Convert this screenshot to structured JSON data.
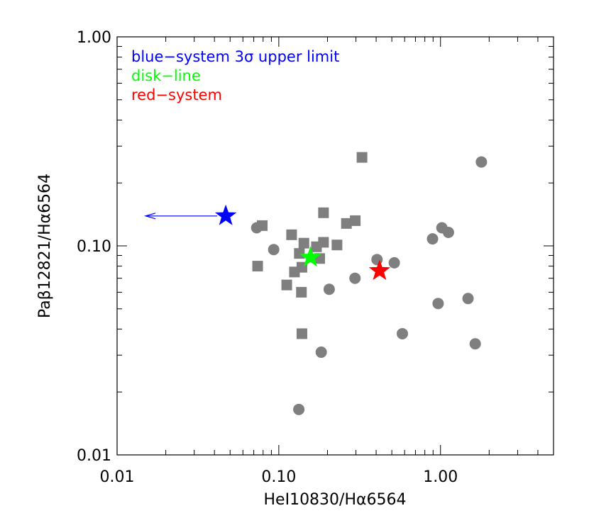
{
  "chart_data": {
    "type": "scatter",
    "title": "",
    "xlabel": "HeI10830/Hα6564",
    "ylabel": "Paβ12821/Hα6564",
    "xscale": "log",
    "yscale": "log",
    "xlim": [
      0.01,
      5.0
    ],
    "ylim": [
      0.01,
      1.0
    ],
    "x_tick_labels": [
      "0.01",
      "0.10",
      "1.00"
    ],
    "y_tick_labels": [
      "0.01",
      "0.10",
      "1.00"
    ],
    "x_ticks": [
      0.01,
      0.1,
      1.0
    ],
    "y_ticks": [
      0.01,
      0.1,
      1.0
    ],
    "grid": false,
    "legend_placement": "top-left",
    "colors": {
      "gray": "#7f7f7f",
      "blue": "#0000ff",
      "green": "#00ff00",
      "red": "#ff0000"
    },
    "legend": [
      {
        "label": "blue−system 3σ upper limit",
        "color": "#0000ff"
      },
      {
        "label": "disk−line",
        "color": "#00ff00"
      },
      {
        "label": "red−system",
        "color": "#ff0000"
      }
    ],
    "squares": [
      {
        "x": 0.079,
        "y": 0.125
      },
      {
        "x": 0.074,
        "y": 0.08
      },
      {
        "x": 0.12,
        "y": 0.113
      },
      {
        "x": 0.112,
        "y": 0.065
      },
      {
        "x": 0.125,
        "y": 0.075
      },
      {
        "x": 0.134,
        "y": 0.092
      },
      {
        "x": 0.139,
        "y": 0.079
      },
      {
        "x": 0.143,
        "y": 0.103
      },
      {
        "x": 0.138,
        "y": 0.06
      },
      {
        "x": 0.139,
        "y": 0.038
      },
      {
        "x": 0.171,
        "y": 0.099
      },
      {
        "x": 0.179,
        "y": 0.087
      },
      {
        "x": 0.189,
        "y": 0.104
      },
      {
        "x": 0.189,
        "y": 0.144
      },
      {
        "x": 0.229,
        "y": 0.101
      },
      {
        "x": 0.262,
        "y": 0.128
      },
      {
        "x": 0.297,
        "y": 0.132
      },
      {
        "x": 0.327,
        "y": 0.265
      }
    ],
    "circles": [
      {
        "x": 0.073,
        "y": 0.122
      },
      {
        "x": 0.093,
        "y": 0.096
      },
      {
        "x": 0.133,
        "y": 0.0165
      },
      {
        "x": 0.183,
        "y": 0.031
      },
      {
        "x": 0.205,
        "y": 0.062
      },
      {
        "x": 0.296,
        "y": 0.07
      },
      {
        "x": 0.405,
        "y": 0.086
      },
      {
        "x": 0.518,
        "y": 0.083
      },
      {
        "x": 0.581,
        "y": 0.038
      },
      {
        "x": 0.893,
        "y": 0.108
      },
      {
        "x": 0.967,
        "y": 0.053
      },
      {
        "x": 1.02,
        "y": 0.122
      },
      {
        "x": 1.12,
        "y": 0.116
      },
      {
        "x": 1.48,
        "y": 0.056
      },
      {
        "x": 1.64,
        "y": 0.034
      },
      {
        "x": 1.79,
        "y": 0.252
      }
    ],
    "stars": [
      {
        "name": "blue-system",
        "x": 0.047,
        "y": 0.139,
        "color": "#0000ff",
        "upper_limit_arrow_to_x": 0.015
      },
      {
        "name": "disk-line",
        "x": 0.157,
        "y": 0.088,
        "color": "#00ff00"
      },
      {
        "name": "red-system",
        "x": 0.42,
        "y": 0.076,
        "color": "#ff0000"
      }
    ]
  }
}
